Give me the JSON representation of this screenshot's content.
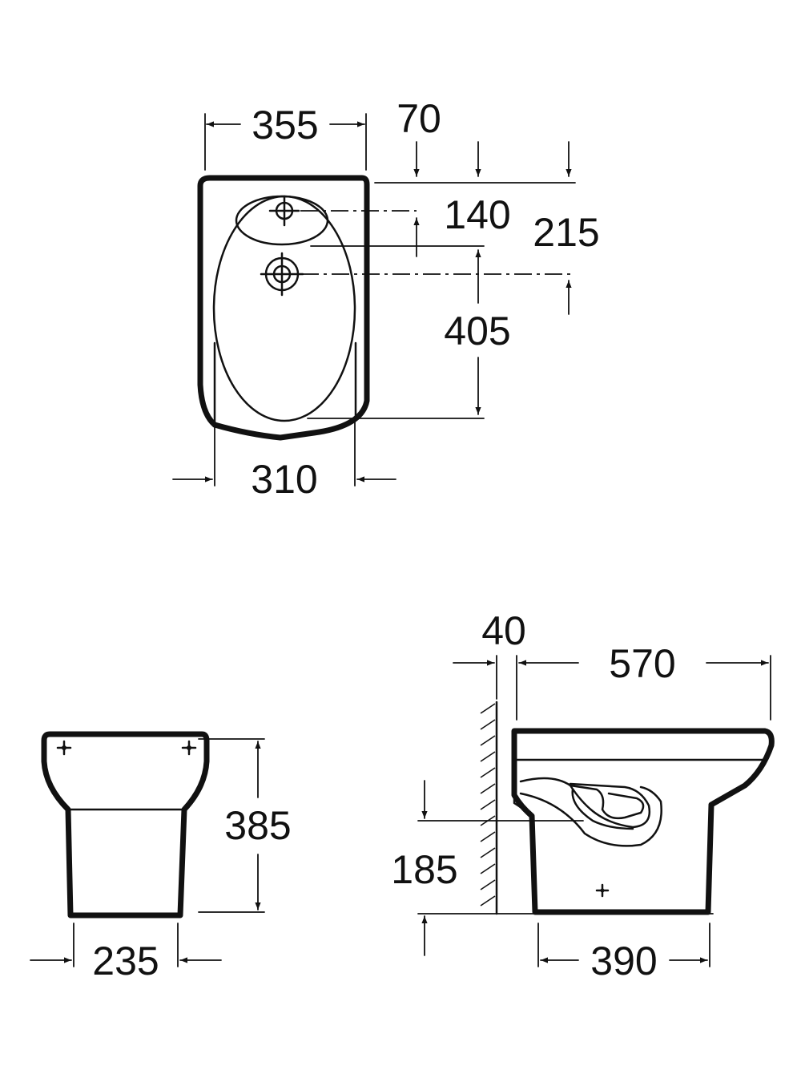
{
  "dimensions": {
    "top_width": "355",
    "wall_gap": "70",
    "tap_offset": "140",
    "tap_offset_total": "215",
    "waste_to_front": "405",
    "bowl_width": "310",
    "front_height": "385",
    "front_base_width": "235",
    "wall_clearance": "40",
    "overall_depth": "570",
    "outlet_height": "185",
    "base_depth": "390"
  },
  "colors": {
    "line": "#111111",
    "background": "#ffffff"
  }
}
